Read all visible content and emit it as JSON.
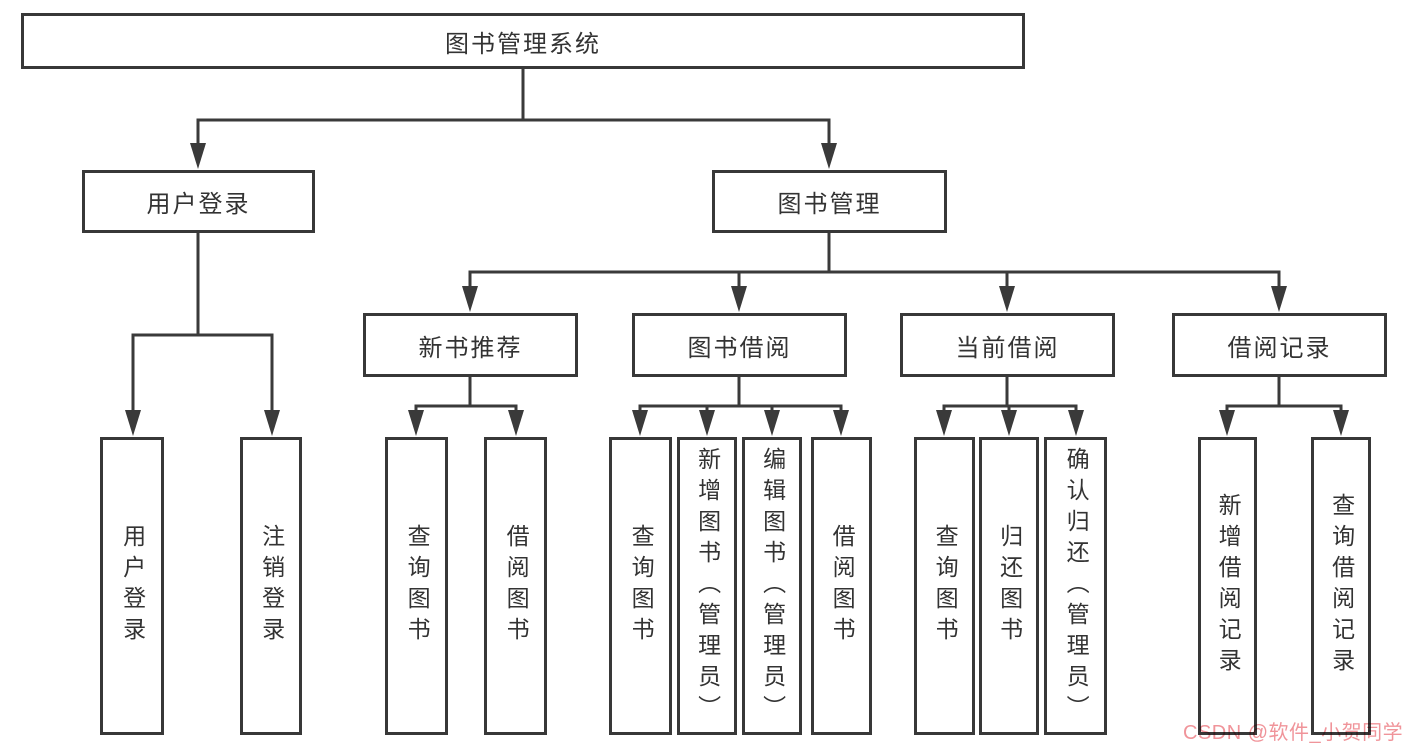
{
  "colors": {
    "line": "#3a3a3a",
    "box_border": "#383838",
    "text": "#333333",
    "background": "#ffffff",
    "watermark": "#f0949a"
  },
  "root": {
    "label": "图书管理系统"
  },
  "branches": [
    {
      "label": "用户登录",
      "children": [
        {
          "label": "用户登录"
        },
        {
          "label": "注销登录"
        }
      ]
    },
    {
      "label": "图书管理",
      "children": [
        {
          "label": "新书推荐",
          "children": [
            {
              "label": "查询图书"
            },
            {
              "label": "借阅图书"
            }
          ]
        },
        {
          "label": "图书借阅",
          "children": [
            {
              "label": "查询图书"
            },
            {
              "label": "新增图书（管理员）"
            },
            {
              "label": "编辑图书（管理员）"
            },
            {
              "label": "借阅图书"
            }
          ]
        },
        {
          "label": "当前借阅",
          "children": [
            {
              "label": "查询图书"
            },
            {
              "label": "归还图书"
            },
            {
              "label": "确认归还（管理员）"
            }
          ]
        },
        {
          "label": "借阅记录",
          "children": [
            {
              "label": "新增借阅记录"
            },
            {
              "label": "查询借阅记录"
            }
          ]
        }
      ]
    }
  ],
  "watermark": "CSDN @软件_小贺同学"
}
